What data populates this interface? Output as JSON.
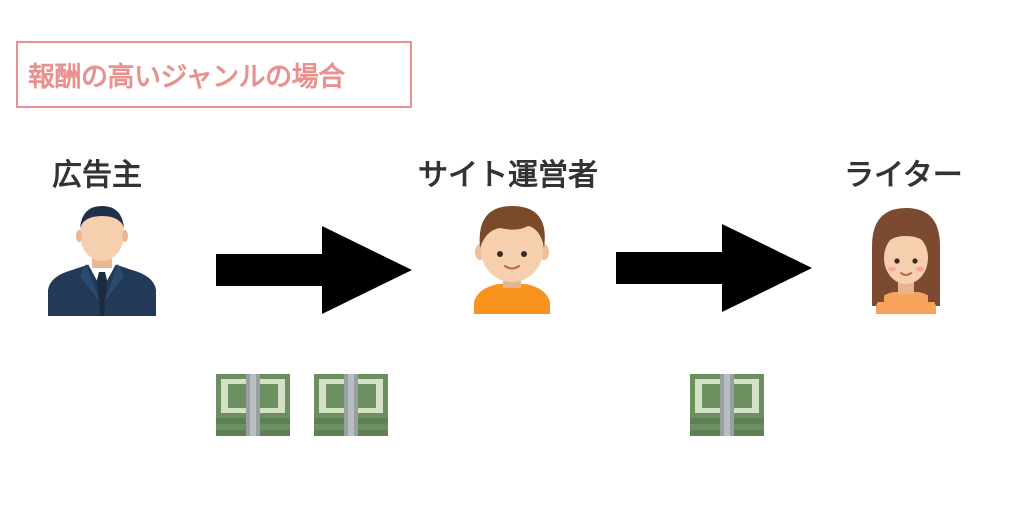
{
  "title": {
    "text": "報酬の高いジャンルの場合",
    "color": "#e8918f"
  },
  "roles": [
    {
      "label": "広告主",
      "icon": "businessman-icon"
    },
    {
      "label": "サイト運営者",
      "icon": "boy-icon"
    },
    {
      "label": "ライター",
      "icon": "girl-icon"
    }
  ],
  "flows": [
    {
      "from": "広告主",
      "to": "サイト運営者",
      "money_count": 2
    },
    {
      "from": "サイト運営者",
      "to": "ライター",
      "money_count": 1
    }
  ],
  "colors": {
    "arrow": "#000000",
    "money_green": "#6b8f5e",
    "money_band": "#9aa0a2",
    "skin": "#f6cfae",
    "suit": "#223a57",
    "hair_boy": "#7a4a2a",
    "shirt_boy": "#f7931e",
    "hair_girl": "#7b4a31"
  }
}
